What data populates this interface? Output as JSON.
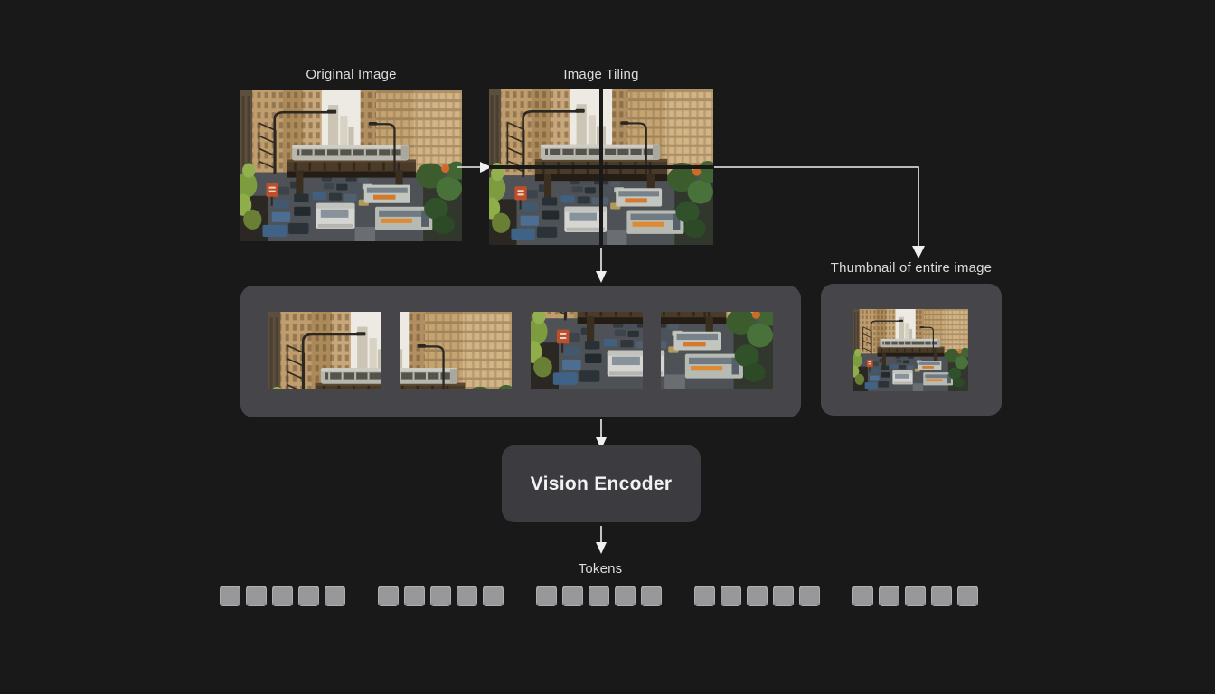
{
  "title": "Image tiling and vision encoder diagram",
  "labels": {
    "original_image": "Original Image",
    "image_tiling": "Image Tiling",
    "thumbnail": "Thumbnail of entire image",
    "vision_encoder": "Vision Encoder",
    "tokens": "Tokens"
  },
  "tiling": {
    "grid": "2x2",
    "tile_count": 4,
    "thumbnail_count": 1
  },
  "tokens": {
    "groups": 5,
    "per_group": 5
  },
  "icons": {
    "arrow_right": "right-arrow",
    "arrow_down": "down-arrow",
    "arrow_elbow": "elbow-right-down-arrow"
  },
  "colors": {
    "background": "#191919",
    "panel": "#46464a",
    "encoder_box": "#3c3c40",
    "token_square": "#98989a",
    "arrow": "#f0f0f0",
    "label_text": "#dcdcdc"
  }
}
